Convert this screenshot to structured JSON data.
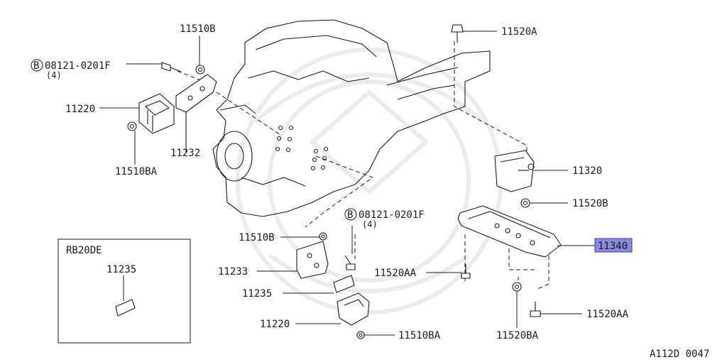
{
  "callouts": {
    "p11510b_top": "11510B",
    "bolt_top_code": "08121-0201F",
    "bolt_top_qty": "(4)",
    "p11220_top": "11220",
    "p11510ba_top": "11510BA",
    "p11232": "11232",
    "p11520a": "11520A",
    "p11320": "11320",
    "p11520b": "11520B",
    "p11340": "11340",
    "bolt_mid_code": "08121-0201F",
    "bolt_mid_qty": "(4)",
    "p11510b_mid": "11510B",
    "p11233": "11233",
    "p11520aa_left": "11520AA",
    "p11235_mid": "11235",
    "p11220_bottom": "11220",
    "p11510ba_bottom": "11510BA",
    "p11520ba": "11520BA",
    "p11520aa_right": "11520AA"
  },
  "inset": {
    "engine": "RB20DE",
    "part": "11235"
  },
  "bolt_marker": "B",
  "figure_code": "A112D 0047",
  "colors": {
    "highlight": "#8a8ae0"
  }
}
